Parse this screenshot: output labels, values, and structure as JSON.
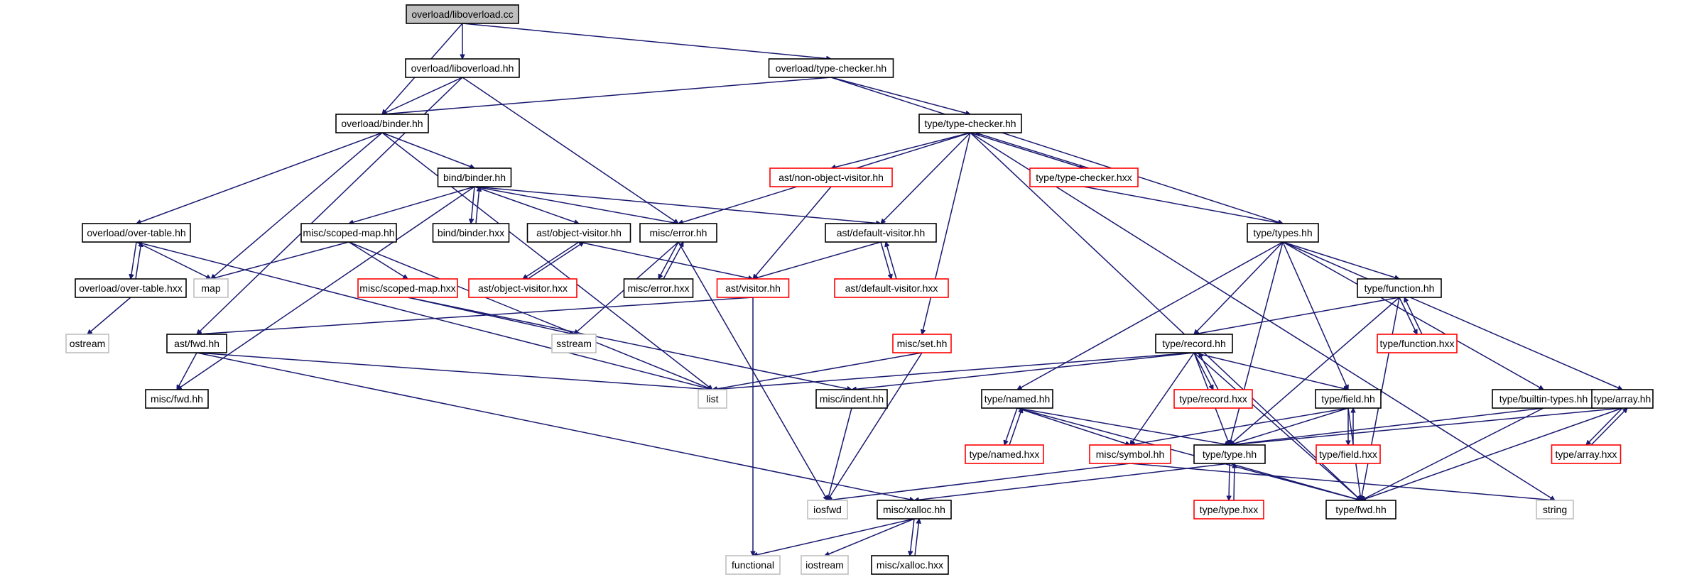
{
  "colors": {
    "edge": "#191970",
    "root_fill": "#bfbfbf",
    "border_normal": "#000000",
    "border_truncated": "#ff0000",
    "border_system": "#bfbfbf",
    "node_fill": "#ffffff"
  },
  "nodes": [
    {
      "id": "root",
      "label": "overload/liboverload.cc",
      "kind": "root"
    },
    {
      "id": "libhh",
      "label": "overload/liboverload.hh",
      "kind": "normal"
    },
    {
      "id": "otc",
      "label": "overload/type-checker.hh",
      "kind": "normal"
    },
    {
      "id": "obinder",
      "label": "overload/binder.hh",
      "kind": "normal"
    },
    {
      "id": "ttc",
      "label": "type/type-checker.hh",
      "kind": "normal"
    },
    {
      "id": "bbinder",
      "label": "bind/binder.hh",
      "kind": "normal"
    },
    {
      "id": "nonobj",
      "label": "ast/non-object-visitor.hh",
      "kind": "truncated"
    },
    {
      "id": "ttchxx",
      "label": "type/type-checker.hxx",
      "kind": "truncated"
    },
    {
      "id": "ovt",
      "label": "overload/over-table.hh",
      "kind": "normal"
    },
    {
      "id": "scmap",
      "label": "misc/scoped-map.hh",
      "kind": "normal"
    },
    {
      "id": "bbhxx",
      "label": "bind/binder.hxx",
      "kind": "normal"
    },
    {
      "id": "aobj",
      "label": "ast/object-visitor.hh",
      "kind": "normal"
    },
    {
      "id": "merr",
      "label": "misc/error.hh",
      "kind": "normal"
    },
    {
      "id": "adef",
      "label": "ast/default-visitor.hh",
      "kind": "normal"
    },
    {
      "id": "ttypes",
      "label": "type/types.hh",
      "kind": "normal"
    },
    {
      "id": "ovthxx",
      "label": "overload/over-table.hxx",
      "kind": "normal"
    },
    {
      "id": "map",
      "label": "map",
      "kind": "system"
    },
    {
      "id": "scmhxx",
      "label": "misc/scoped-map.hxx",
      "kind": "truncated"
    },
    {
      "id": "aobjhxx",
      "label": "ast/object-visitor.hxx",
      "kind": "truncated"
    },
    {
      "id": "merrhxx",
      "label": "misc/error.hxx",
      "kind": "normal"
    },
    {
      "id": "avis",
      "label": "ast/visitor.hh",
      "kind": "truncated"
    },
    {
      "id": "adefhxx",
      "label": "ast/default-visitor.hxx",
      "kind": "truncated"
    },
    {
      "id": "tfunc",
      "label": "type/function.hh",
      "kind": "normal"
    },
    {
      "id": "ostream",
      "label": "ostream",
      "kind": "system"
    },
    {
      "id": "afwd",
      "label": "ast/fwd.hh",
      "kind": "normal"
    },
    {
      "id": "sstream",
      "label": "sstream",
      "kind": "system"
    },
    {
      "id": "mset",
      "label": "misc/set.hh",
      "kind": "truncated"
    },
    {
      "id": "trec",
      "label": "type/record.hh",
      "kind": "normal"
    },
    {
      "id": "tfunchxx",
      "label": "type/function.hxx",
      "kind": "truncated"
    },
    {
      "id": "mfwd",
      "label": "misc/fwd.hh",
      "kind": "normal"
    },
    {
      "id": "list",
      "label": "list",
      "kind": "system"
    },
    {
      "id": "mindent",
      "label": "misc/indent.hh",
      "kind": "normal"
    },
    {
      "id": "tnamed",
      "label": "type/named.hh",
      "kind": "normal"
    },
    {
      "id": "trechxx",
      "label": "type/record.hxx",
      "kind": "truncated"
    },
    {
      "id": "tfield",
      "label": "type/field.hh",
      "kind": "normal"
    },
    {
      "id": "tbuiltin",
      "label": "type/builtin-types.hh",
      "kind": "normal"
    },
    {
      "id": "tarray",
      "label": "type/array.hh",
      "kind": "normal"
    },
    {
      "id": "tnamedhxx",
      "label": "type/named.hxx",
      "kind": "truncated"
    },
    {
      "id": "msym",
      "label": "misc/symbol.hh",
      "kind": "truncated"
    },
    {
      "id": "ttype",
      "label": "type/type.hh",
      "kind": "normal"
    },
    {
      "id": "tfieldhxx",
      "label": "type/field.hxx",
      "kind": "truncated"
    },
    {
      "id": "tarrayhxx",
      "label": "type/array.hxx",
      "kind": "truncated"
    },
    {
      "id": "iosfwd",
      "label": "iosfwd",
      "kind": "system"
    },
    {
      "id": "mxalloc",
      "label": "misc/xalloc.hh",
      "kind": "normal"
    },
    {
      "id": "tfwd",
      "label": "type/fwd.hh",
      "kind": "normal"
    },
    {
      "id": "string",
      "label": "string",
      "kind": "system"
    },
    {
      "id": "ttypehxx",
      "label": "type/type.hxx",
      "kind": "truncated"
    },
    {
      "id": "functional",
      "label": "functional",
      "kind": "system"
    },
    {
      "id": "iostream",
      "label": "iostream",
      "kind": "system"
    },
    {
      "id": "mxallochxx",
      "label": "misc/xalloc.hxx",
      "kind": "normal"
    }
  ],
  "edges": [
    [
      "root",
      "libhh"
    ],
    [
      "root",
      "otc"
    ],
    [
      "root",
      "obinder"
    ],
    [
      "libhh",
      "obinder"
    ],
    [
      "libhh",
      "merr"
    ],
    [
      "libhh",
      "afwd"
    ],
    [
      "otc",
      "obinder"
    ],
    [
      "otc",
      "ttc"
    ],
    [
      "otc",
      "ttypes"
    ],
    [
      "obinder",
      "bbinder"
    ],
    [
      "obinder",
      "ovt"
    ],
    [
      "obinder",
      "map"
    ],
    [
      "obinder",
      "list"
    ],
    [
      "ttc",
      "merr"
    ],
    [
      "ttc",
      "nonobj"
    ],
    [
      "ttc",
      "ttchxx"
    ],
    [
      "ttc",
      "adef"
    ],
    [
      "ttc",
      "mset"
    ],
    [
      "ttc",
      "tfwd"
    ],
    [
      "ttc",
      "string"
    ],
    [
      "ttchxx",
      "ttc"
    ],
    [
      "ttchxx",
      "ttypes"
    ],
    [
      "nonobj",
      "avis"
    ],
    [
      "bbinder",
      "bbhxx"
    ],
    [
      "bbinder",
      "scmap"
    ],
    [
      "bbinder",
      "aobj"
    ],
    [
      "bbinder",
      "merr"
    ],
    [
      "bbinder",
      "adef"
    ],
    [
      "bbinder",
      "mfwd"
    ],
    [
      "bbhxx",
      "bbinder"
    ],
    [
      "ovt",
      "ovthxx"
    ],
    [
      "ovt",
      "map"
    ],
    [
      "ovt",
      "list"
    ],
    [
      "ovthxx",
      "ovt"
    ],
    [
      "ovthxx",
      "ostream"
    ],
    [
      "scmap",
      "map"
    ],
    [
      "scmap",
      "scmhxx"
    ],
    [
      "scmap",
      "list"
    ],
    [
      "scmhxx",
      "sstream"
    ],
    [
      "scmhxx",
      "mindent"
    ],
    [
      "aobj",
      "aobjhxx"
    ],
    [
      "aobj",
      "avis"
    ],
    [
      "aobjhxx",
      "aobj"
    ],
    [
      "merr",
      "merrhxx"
    ],
    [
      "merr",
      "sstream"
    ],
    [
      "merr",
      "iosfwd"
    ],
    [
      "merrhxx",
      "merr"
    ],
    [
      "adef",
      "adefhxx"
    ],
    [
      "adef",
      "avis"
    ],
    [
      "adefhxx",
      "adef"
    ],
    [
      "avis",
      "afwd"
    ],
    [
      "avis",
      "functional"
    ],
    [
      "afwd",
      "mfwd"
    ],
    [
      "afwd",
      "list"
    ],
    [
      "afwd",
      "mxalloc"
    ],
    [
      "mset",
      "list"
    ],
    [
      "mset",
      "iosfwd"
    ],
    [
      "ttypes",
      "tfunc"
    ],
    [
      "ttypes",
      "trec"
    ],
    [
      "ttypes",
      "tnamed"
    ],
    [
      "ttypes",
      "tfield"
    ],
    [
      "ttypes",
      "tbuiltin"
    ],
    [
      "ttypes",
      "tarray"
    ],
    [
      "ttypes",
      "ttype"
    ],
    [
      "tfunc",
      "tfunchxx"
    ],
    [
      "tfunc",
      "trec"
    ],
    [
      "tfunc",
      "ttype"
    ],
    [
      "tfunc",
      "tfwd"
    ],
    [
      "tfunchxx",
      "tfunc"
    ],
    [
      "trec",
      "trechxx"
    ],
    [
      "trec",
      "tfield"
    ],
    [
      "trec",
      "list"
    ],
    [
      "trec",
      "mindent"
    ],
    [
      "trec",
      "msym"
    ],
    [
      "trec",
      "ttype"
    ],
    [
      "trec",
      "tfwd"
    ],
    [
      "trechxx",
      "trec"
    ],
    [
      "mindent",
      "iosfwd"
    ],
    [
      "tnamed",
      "tnamedhxx"
    ],
    [
      "tnamed",
      "msym"
    ],
    [
      "tnamed",
      "ttype"
    ],
    [
      "tnamed",
      "tfwd"
    ],
    [
      "tnamedhxx",
      "tnamed"
    ],
    [
      "tfield",
      "tfieldhxx"
    ],
    [
      "tfield",
      "msym"
    ],
    [
      "tfield",
      "ttype"
    ],
    [
      "tfield",
      "tfwd"
    ],
    [
      "tfieldhxx",
      "tfield"
    ],
    [
      "tbuiltin",
      "ttype"
    ],
    [
      "tbuiltin",
      "tfwd"
    ],
    [
      "tarray",
      "tarrayhxx"
    ],
    [
      "tarray",
      "ttype"
    ],
    [
      "tarray",
      "tfwd"
    ],
    [
      "tarrayhxx",
      "tarray"
    ],
    [
      "msym",
      "iosfwd"
    ],
    [
      "msym",
      "string"
    ],
    [
      "ttype",
      "ttypehxx"
    ],
    [
      "ttype",
      "mxalloc"
    ],
    [
      "ttype",
      "tfwd"
    ],
    [
      "ttypehxx",
      "ttype"
    ],
    [
      "mxalloc",
      "functional"
    ],
    [
      "mxalloc",
      "iostream"
    ],
    [
      "mxalloc",
      "mxallochxx"
    ],
    [
      "mxallochxx",
      "mxalloc"
    ]
  ]
}
